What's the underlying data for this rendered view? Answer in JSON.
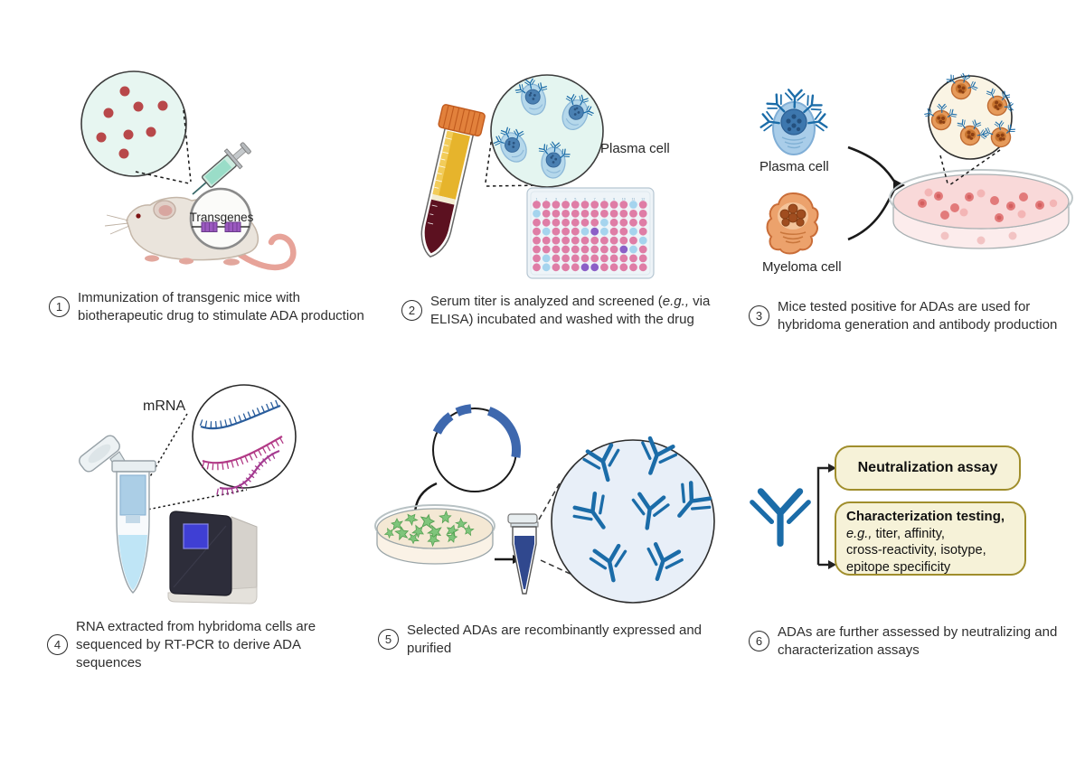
{
  "steps": [
    {
      "number": "1",
      "caption": "Immunization of transgenic mice with biotherapeutic drug to stimulate ADA production"
    },
    {
      "number": "2",
      "caption_pre": "Serum titer is analyzed and screened (",
      "caption_italic": "e.g.,",
      "caption_post": " via ELISA) incubated and washed with the drug"
    },
    {
      "number": "3",
      "caption": "Mice tested positive for ADAs are used for hybridoma generation and antibody production"
    },
    {
      "number": "4",
      "caption": "RNA extracted from hybridoma cells are sequenced by RT-PCR to derive ADA sequences"
    },
    {
      "number": "5",
      "caption": "Selected ADAs are recombinantly expressed and purified"
    },
    {
      "number": "6",
      "caption": "ADAs are further assessed by neutralizing and characterization assays"
    }
  ],
  "labels": {
    "transgenes": "Transgenes",
    "plasma_cell_step2": "Plasma cell",
    "plasma_cell_step3": "Plasma cell",
    "myeloma_cell": "Myeloma cell",
    "mrna": "mRNA"
  },
  "assay_boxes": {
    "neutralization": "Neutralization assay",
    "characterization_title": "Characterization testing,",
    "characterization_eg": "e.g.,",
    "characterization_rest_line1": " titer, affinity,",
    "characterization_line2": "cross-reactivity, isotype,",
    "characterization_line3": "epitope specificity"
  },
  "well_plate": {
    "rows": 8,
    "cols": 12,
    "col_labels": [
      "1",
      "2",
      "3",
      "4",
      "5",
      "6",
      "7",
      "8",
      "9",
      "10",
      "11",
      "12"
    ],
    "grid": [
      "PPPPPPPPPPBP",
      "BPPPPPPPPPPP",
      "PPPPPPPBPPPP",
      "PBPPPBUBPPBP",
      "PPPPPPPPPPPB",
      "PPPPPPPPPUBP",
      "PBPPPPPPPPPP",
      "PBPPPUUPPPPP"
    ],
    "colors": {
      "P": "#df7da6",
      "B": "#a5d4ee",
      "U": "#8b5fc7"
    }
  },
  "colors": {
    "antibody_blue": "#1b6ca8",
    "box_bg": "#f6f2d8",
    "box_border": "#a08e2c",
    "serum_yellow": "#e6b42c",
    "blood_red": "#5c1120",
    "cap_orange": "#e2813c",
    "mint_circle": "#e7f6f1",
    "drug_dot_red": "#b8484a",
    "plasma_cell_blue": "#a9cde9",
    "myeloma_orange": "#eca26c",
    "dish_pink": "#f9d9d9",
    "mrna_blue": "#2a5d9c",
    "mrna_magenta": "#b23a86",
    "plasmid_blue": "#3e68ae"
  }
}
